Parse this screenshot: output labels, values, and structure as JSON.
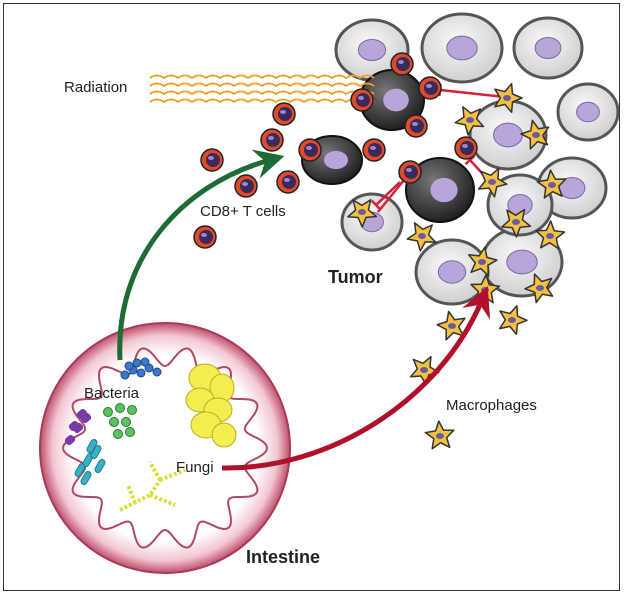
{
  "labels": {
    "radiation": "Radiation",
    "cd8_t_cells": "CD8+ T cells",
    "tumor": "Tumor",
    "bacteria": "Bacteria",
    "fungi": "Fungi",
    "macrophages": "Macrophages",
    "intestine": "Intestine"
  },
  "colors": {
    "t_cell_ring": "#e04a2a",
    "t_cell_core": "#3a2a5a",
    "tumor_cell": "#e6e6e6",
    "dark_tumor_cell": "#333333",
    "nucleus": "#b8a6d8",
    "macrophage": "#f5c040",
    "green_arrow": "#1e6b35",
    "red_arrow": "#b0102a",
    "inhibition": "#d0243a",
    "radiation_wave": "#f0a020",
    "intestine": "#c0506a"
  }
}
